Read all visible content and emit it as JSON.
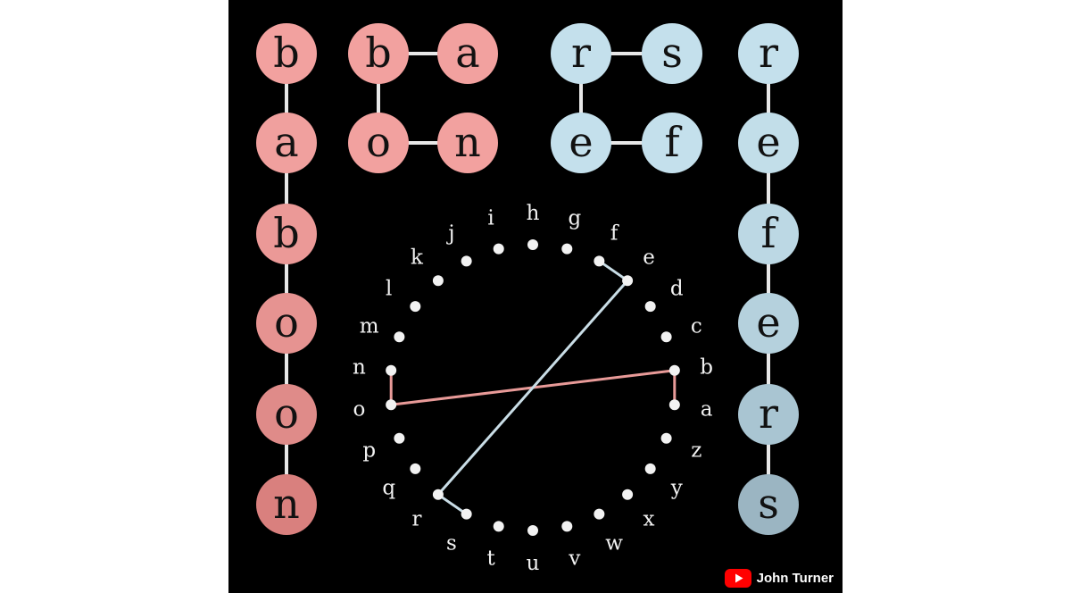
{
  "words": {
    "baboon": [
      "b",
      "a",
      "b",
      "o",
      "o",
      "n"
    ],
    "grid_left": [
      "b",
      "a",
      "o",
      "n"
    ],
    "grid_right": [
      "r",
      "s",
      "e",
      "f"
    ],
    "referrers": [
      "r",
      "e",
      "f",
      "e",
      "r",
      "s"
    ]
  },
  "alphabet_wheel": [
    "a",
    "b",
    "c",
    "d",
    "e",
    "f",
    "g",
    "h",
    "i",
    "j",
    "k",
    "l",
    "m",
    "n",
    "o",
    "p",
    "q",
    "r",
    "s",
    "t",
    "u",
    "v",
    "w",
    "x",
    "y",
    "z"
  ],
  "wheel_links": [
    {
      "path": [
        "n",
        "o",
        "b",
        "a"
      ],
      "color": "#e89a98"
    },
    {
      "path": [
        "f",
        "e",
        "r",
        "s"
      ],
      "color": "#c9dde6"
    }
  ],
  "colors": {
    "background": "#000000",
    "edge": "#e8e8e8",
    "pink_gradient": [
      "#f2a19f",
      "#f0a09e",
      "#eb9997",
      "#e69391",
      "#df8b89",
      "#d9807e"
    ],
    "blue_gradient": [
      "#c4e0ec",
      "#c2dee9",
      "#bcd8e4",
      "#b5d1dd",
      "#a9c5d2",
      "#9bb5c2"
    ]
  },
  "watermark": {
    "icon": "youtube-play-icon",
    "channel": "John Turner"
  }
}
